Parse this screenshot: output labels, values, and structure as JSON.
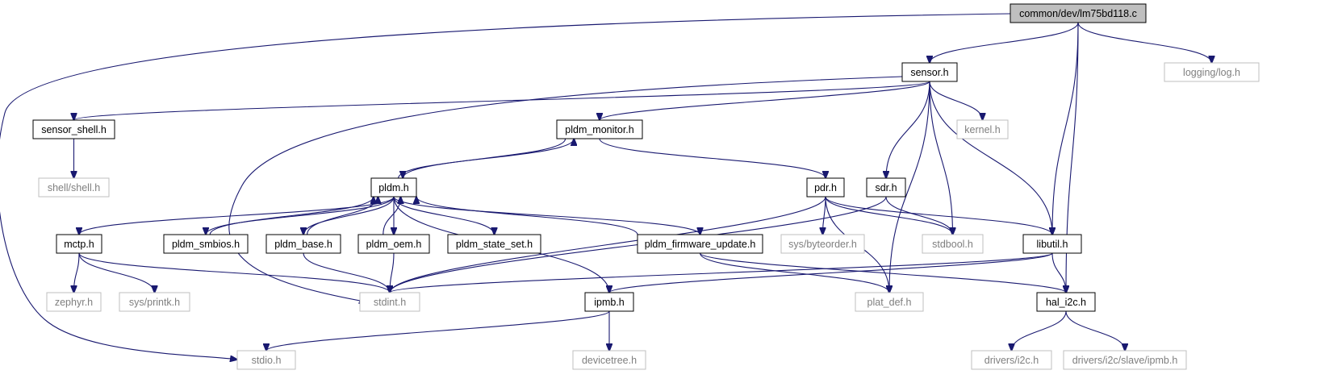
{
  "diagram": {
    "nodes": [
      {
        "id": "root",
        "label": "common/dev/lm75bd118.c",
        "kind": "root"
      },
      {
        "id": "sensor",
        "label": "sensor.h",
        "kind": "normal"
      },
      {
        "id": "log",
        "label": "logging/log.h",
        "kind": "external"
      },
      {
        "id": "sensor_shell",
        "label": "sensor_shell.h",
        "kind": "normal"
      },
      {
        "id": "pldm_monitor",
        "label": "pldm_monitor.h",
        "kind": "normal"
      },
      {
        "id": "kernel",
        "label": "kernel.h",
        "kind": "external"
      },
      {
        "id": "shell",
        "label": "shell/shell.h",
        "kind": "external"
      },
      {
        "id": "pldm",
        "label": "pldm.h",
        "kind": "normal"
      },
      {
        "id": "pdr",
        "label": "pdr.h",
        "kind": "normal"
      },
      {
        "id": "sdr",
        "label": "sdr.h",
        "kind": "normal"
      },
      {
        "id": "mctp",
        "label": "mctp.h",
        "kind": "normal"
      },
      {
        "id": "pldm_smbios",
        "label": "pldm_smbios.h",
        "kind": "normal"
      },
      {
        "id": "pldm_base",
        "label": "pldm_base.h",
        "kind": "normal"
      },
      {
        "id": "pldm_oem",
        "label": "pldm_oem.h",
        "kind": "normal"
      },
      {
        "id": "pldm_state_set",
        "label": "pldm_state_set.h",
        "kind": "normal"
      },
      {
        "id": "pldm_firmware_update",
        "label": "pldm_firmware_update.h",
        "kind": "normal"
      },
      {
        "id": "byteorder",
        "label": "sys/byteorder.h",
        "kind": "external"
      },
      {
        "id": "stdbool",
        "label": "stdbool.h",
        "kind": "external"
      },
      {
        "id": "libutil",
        "label": "libutil.h",
        "kind": "normal"
      },
      {
        "id": "zephyr",
        "label": "zephyr.h",
        "kind": "external"
      },
      {
        "id": "printk",
        "label": "sys/printk.h",
        "kind": "external"
      },
      {
        "id": "stdint",
        "label": "stdint.h",
        "kind": "external"
      },
      {
        "id": "ipmb",
        "label": "ipmb.h",
        "kind": "normal"
      },
      {
        "id": "plat_def",
        "label": "plat_def.h",
        "kind": "external"
      },
      {
        "id": "hal_i2c",
        "label": "hal_i2c.h",
        "kind": "normal"
      },
      {
        "id": "stdio",
        "label": "stdio.h",
        "kind": "external"
      },
      {
        "id": "devicetree",
        "label": "devicetree.h",
        "kind": "external"
      },
      {
        "id": "drivers_i2c",
        "label": "drivers/i2c.h",
        "kind": "external"
      },
      {
        "id": "drivers_ipmb",
        "label": "drivers/i2c/slave/ipmb.h",
        "kind": "external"
      }
    ],
    "edges": [
      [
        "root",
        "sensor"
      ],
      [
        "root",
        "log"
      ],
      [
        "root",
        "libutil"
      ],
      [
        "root",
        "hal_i2c"
      ],
      [
        "root",
        "stdio"
      ],
      [
        "sensor",
        "sensor_shell"
      ],
      [
        "sensor",
        "pldm_monitor"
      ],
      [
        "sensor",
        "kernel"
      ],
      [
        "sensor",
        "sdr"
      ],
      [
        "sensor",
        "stdbool"
      ],
      [
        "sensor",
        "libutil"
      ],
      [
        "sensor",
        "plat_def"
      ],
      [
        "sensor",
        "stdint"
      ],
      [
        "sensor_shell",
        "shell"
      ],
      [
        "pldm_monitor",
        "pldm"
      ],
      [
        "pldm_monitor",
        "pdr"
      ],
      [
        "pldm",
        "pldm_monitor"
      ],
      [
        "pldm",
        "mctp"
      ],
      [
        "pldm",
        "pldm_smbios"
      ],
      [
        "pldm",
        "pldm_base"
      ],
      [
        "pldm",
        "pldm_oem"
      ],
      [
        "pldm",
        "pldm_state_set"
      ],
      [
        "pldm",
        "pldm_firmware_update"
      ],
      [
        "pldm",
        "ipmb"
      ],
      [
        "pldm_smbios",
        "pldm"
      ],
      [
        "pldm_base",
        "pldm"
      ],
      [
        "pldm_oem",
        "pldm"
      ],
      [
        "pldm_firmware_update",
        "pldm"
      ],
      [
        "pdr",
        "byteorder"
      ],
      [
        "pdr",
        "stdbool"
      ],
      [
        "pdr",
        "libutil"
      ],
      [
        "pdr",
        "plat_def"
      ],
      [
        "pdr",
        "stdint"
      ],
      [
        "sdr",
        "stdbool"
      ],
      [
        "sdr",
        "stdint"
      ],
      [
        "mctp",
        "zephyr"
      ],
      [
        "mctp",
        "printk"
      ],
      [
        "mctp",
        "stdint"
      ],
      [
        "pldm_base",
        "stdint"
      ],
      [
        "pldm_oem",
        "stdint"
      ],
      [
        "pldm_firmware_update",
        "plat_def"
      ],
      [
        "pldm_firmware_update",
        "hal_i2c"
      ],
      [
        "libutil",
        "stdint"
      ],
      [
        "libutil",
        "hal_i2c"
      ],
      [
        "libutil",
        "ipmb"
      ],
      [
        "ipmb",
        "stdio"
      ],
      [
        "ipmb",
        "devicetree"
      ],
      [
        "hal_i2c",
        "drivers_i2c"
      ],
      [
        "hal_i2c",
        "drivers_ipmb"
      ]
    ]
  }
}
